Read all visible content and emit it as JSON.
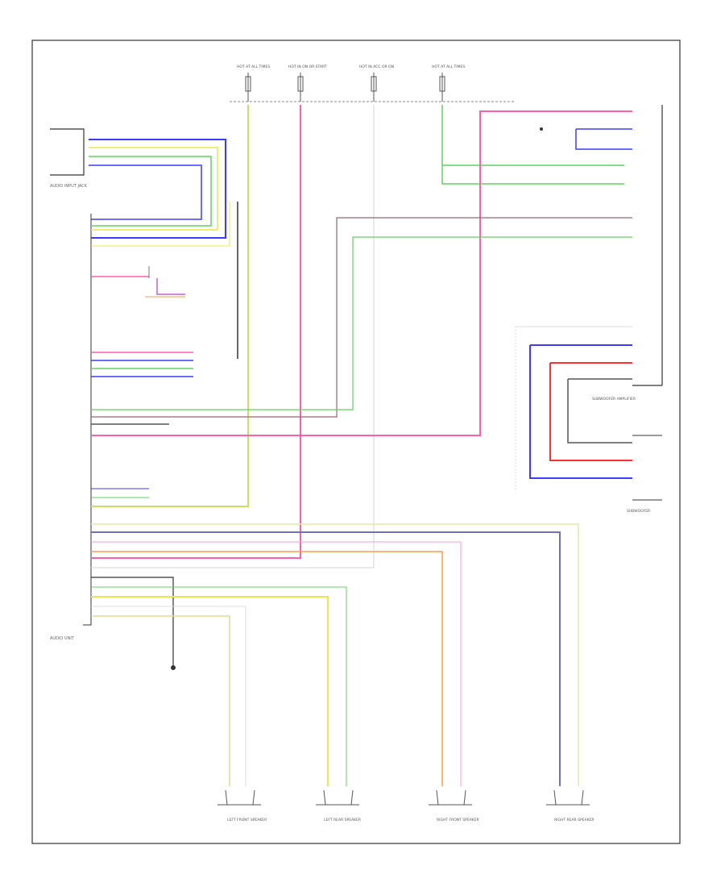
{
  "diagram": {
    "footer_code": "",
    "components": {
      "audio_input_jack": "AUDIO INPUT JACK",
      "audio_unit": "AUDIO UNIT",
      "subwoofer": "SUBWOOFER",
      "subwoofer_amplifier": "SUBWOOFER AMPLIFIER",
      "left_front_speaker": "LEFT FRONT SPEAKER",
      "left_rear_speaker": "LEFT REAR SPEAKER",
      "right_front_speaker": "RIGHT FRONT SPEAKER",
      "right_rear_speaker": "RIGHT REAR SPEAKER"
    },
    "fuse_labels": [
      "HOT AT ALL TIMES",
      "HOT IN ON OR START",
      "HOT IN ACC OR ON",
      "HOT AT ALL TIMES"
    ]
  },
  "colors": {
    "blue": "#3b3bff",
    "yellow": "#e8e84a",
    "green": "#5ed35e",
    "pink": "#ff5fa8",
    "red": "#ff3030",
    "orange": "#ff9a4a",
    "violet": "#8a6ccf",
    "dark": "#333333"
  }
}
